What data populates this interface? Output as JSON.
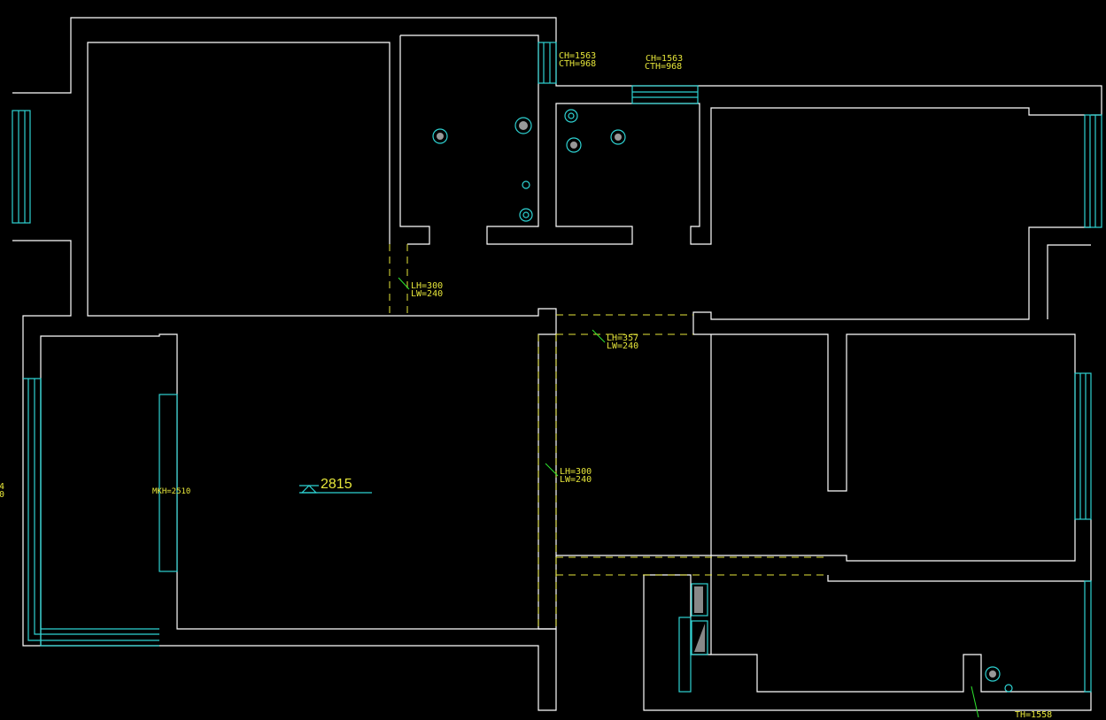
{
  "labels": {
    "ch1": "CH=1563",
    "cth1": "CTH=968",
    "ch2": "CH=1563",
    "cth2": "CTH=968",
    "lh1": "LH=300",
    "lw1": "LW=240",
    "lh2": "LH=357",
    "lw2": "LW=240",
    "lh3": "LH=300",
    "lw3": "LW=240",
    "mkh": "MKH=2510",
    "elevation": "2815",
    "th": "TH=1558",
    "edge1": "4",
    "edge2": "0"
  },
  "colors": {
    "wall": "#ffffff",
    "window": "#2ed3d3",
    "annotation": "#e6e63a",
    "leader": "#2ee62e"
  }
}
